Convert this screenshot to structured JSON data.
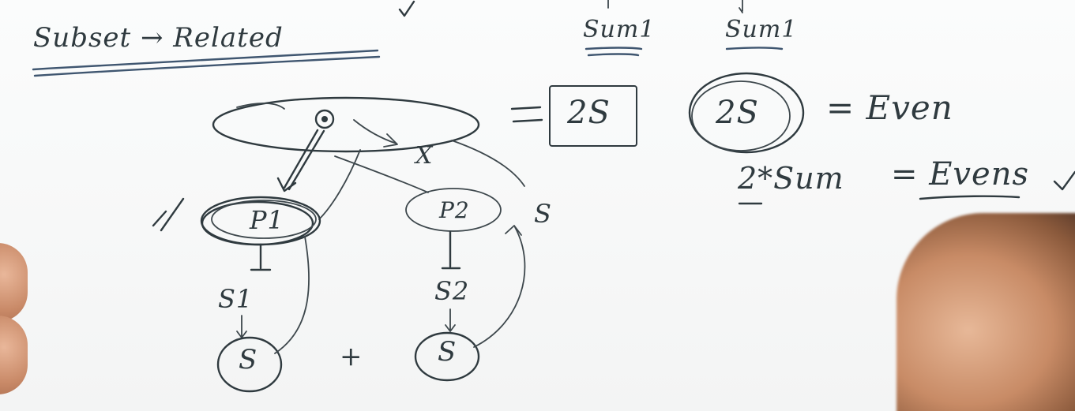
{
  "board": {
    "top_left_text": "Subset → Related",
    "top_label_1": "Sum1",
    "top_label_2": "Sum1",
    "cross": "X",
    "box_value": "2S",
    "circle_value": "2S",
    "eq_even": "= Even",
    "two_sum": "2*Sum",
    "eq_evens": "= Evens",
    "node_p1": "P1",
    "node_p2": "P2",
    "label_s": "S",
    "label_s1": "S1",
    "label_s2": "S2",
    "bottom_s_left": "S",
    "bottom_s_right": "S",
    "plus": "+"
  },
  "colors": {
    "ink": "#2f3a3f",
    "underline_blue": "#3f5670",
    "board": "#f7f8f8",
    "skin": "#c88b66"
  }
}
